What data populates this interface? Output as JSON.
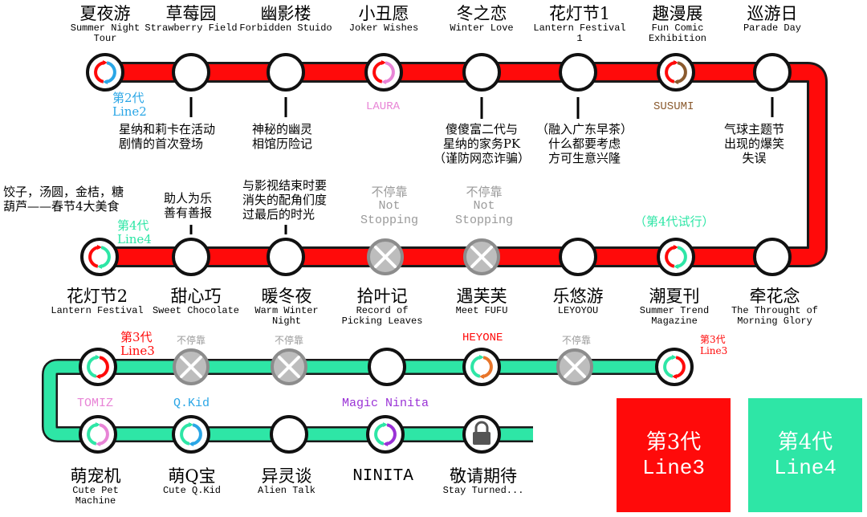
{
  "colors": {
    "line3": "#ff0a0a",
    "line4": "#2ee6a6",
    "blue": "#2aa6e6",
    "pink": "#e884d6",
    "brown": "#8a5a2e",
    "orange": "#e8752a",
    "purple": "#9a32d6",
    "grey": "#9a9a9a"
  },
  "row1": [
    {
      "zh": "夏夜游",
      "en": "Summer Night Tour"
    },
    {
      "zh": "草莓园",
      "en": "Strawberry Field"
    },
    {
      "zh": "幽影楼",
      "en": "Forbidden Stuido"
    },
    {
      "zh": "小丑愿",
      "en": "Joker Wishes"
    },
    {
      "zh": "冬之恋",
      "en": "Winter Love"
    },
    {
      "zh": "花灯节1",
      "en": "Lantern Festival 1"
    },
    {
      "zh": "趣漫展",
      "en": "Fun Comic Exhibition"
    },
    {
      "zh": "巡游日",
      "en": "Parade Day"
    }
  ],
  "row2": [
    {
      "zh": "花灯节2",
      "en": "Lantern Festival"
    },
    {
      "zh": "甜心巧",
      "en": "Sweet Chocolate"
    },
    {
      "zh": "暖冬夜",
      "en": "Warm Winter Night"
    },
    {
      "zh": "拾叶记",
      "en": "Record of Picking Leaves"
    },
    {
      "zh": "遇芙芙",
      "en": "Meet FUFU"
    },
    {
      "zh": "乐悠游",
      "en": "LEYOYOU"
    },
    {
      "zh": "潮夏刊",
      "en": "Summer Trend Magazine"
    },
    {
      "zh": "牵花念",
      "en": "The Throught of Morning Glory"
    }
  ],
  "row4": [
    {
      "zh": "萌宠机",
      "en": "Cute Pet Machine"
    },
    {
      "zh": "萌Q宝",
      "en": "Cute Q.Kid"
    },
    {
      "zh": "异灵谈",
      "en": "Alien Talk"
    },
    {
      "zh": "NINITA",
      "en": ""
    },
    {
      "zh": "敬请期待",
      "en": "Stay Turned..."
    }
  ],
  "notes": {
    "strawberry": "星纳和莉卡在活动\n剧情的首次登场",
    "forbidden": "神秘的幽灵\n相馆历险记",
    "winter_love": "傻傻富二代与\n星纳的家务PK\n（谨防网恋诈骗）",
    "lantern1": "（融入广东早茶）\n什么都要考虑\n方可生意兴隆",
    "parade": "气球主题节\n出现的爆笑\n失误",
    "lantern2": "饺子，汤圆，金桔，糖\n葫芦——春节4大美食",
    "chocolate": "助人为乐\n善有善报",
    "warm_winter": "与影视结束时要\n消失的配角们度\n过最后的时光"
  },
  "labels": {
    "gen2": "第2代\nLine2",
    "laura": "LAURA",
    "susumi": "SUSUMI",
    "gen4": "第4代\nLine4",
    "gen4_trial": "（第4代试行）",
    "no_stop_zh": "不停靠",
    "no_stop_en": "Not\nStopping",
    "no_stop_short": "不停靠",
    "gen3": "第3代\nLine3",
    "heyone": "HEYONE",
    "gen3_right": "第3代\nLine3",
    "tomiz": "TOMIZ",
    "qkid": "Q.Kid",
    "magic_ninita": "Magic Ninita"
  },
  "legend": {
    "line3_zh": "第3代",
    "line3_en": "Line3",
    "line4_zh": "第4代",
    "line4_en": "Line4"
  }
}
